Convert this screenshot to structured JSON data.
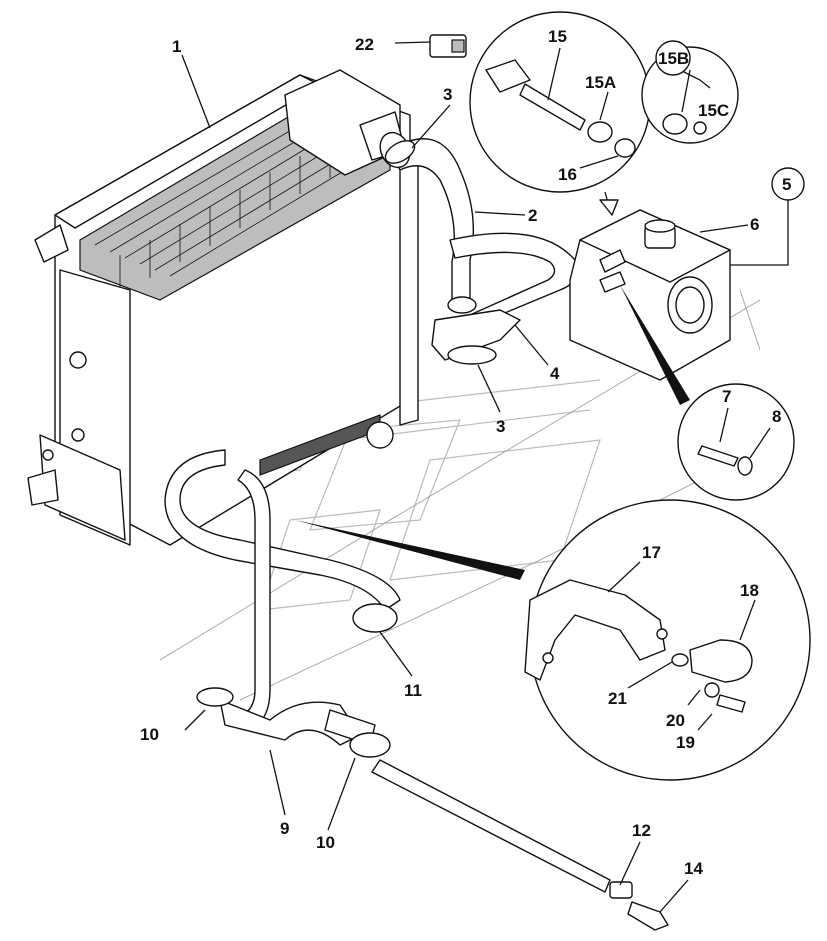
{
  "callouts": {
    "c1": "1",
    "c2": "2",
    "c3a": "3",
    "c3b": "3",
    "c4": "4",
    "c5": "5",
    "c6": "6",
    "c7": "7",
    "c8": "8",
    "c9": "9",
    "c10a": "10",
    "c10b": "10",
    "c11": "11",
    "c12": "12",
    "c14": "14",
    "c15": "15",
    "c15a": "15A",
    "c15b": "15B",
    "c15c": "15C",
    "c16": "16",
    "c17": "17",
    "c18": "18",
    "c19": "19",
    "c20": "20",
    "c21": "21",
    "c22": "22"
  }
}
